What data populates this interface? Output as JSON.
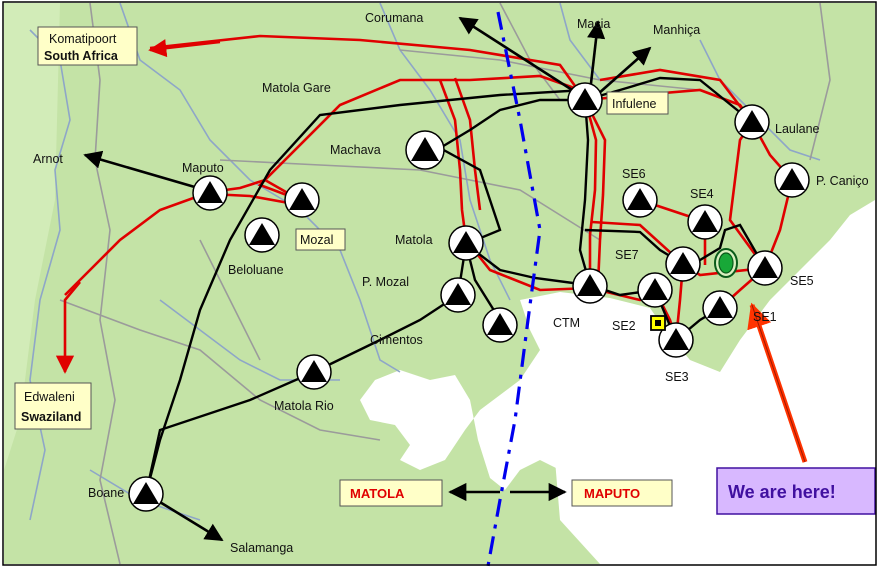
{
  "map": {
    "colors": {
      "land": "#c4e3a6",
      "water": "#ffffff",
      "rivers": "#8ea6c8",
      "roads": "#9b9b9b",
      "line_400kv": "#e00000",
      "line_other": "#000000",
      "border": "#0000ee",
      "label_box": "#ffffc8",
      "callout_box": "#d8b8ff",
      "arrow": "#ff3300"
    },
    "substations": [
      "Infulene",
      "Laulane",
      "P. Caniço",
      "SE6",
      "SE4",
      "SE7",
      "SE5",
      "SE1",
      "SE2",
      "SE3",
      "CTM",
      "Matola",
      "Cimentos",
      "Machava",
      "Maputo",
      "Beloluane",
      "Mozal",
      "Matola Rio",
      "Boane"
    ],
    "places": {
      "corumana": "Corumana",
      "macia": "Macia",
      "manhica": "Manhiça",
      "matola_gare": "Matola Gare",
      "arnot": "Arnot",
      "p_mozal": "P. Mozal",
      "salamanga": "Salamanga"
    },
    "boxes": {
      "komatipoort_line1": "Komatipoort",
      "komatipoort_line2": "South Africa",
      "edwaleni_line1": "Edwaleni",
      "edwaleni_line2": "Swaziland"
    },
    "cities": {
      "matola": "MATOLA",
      "maputo": "MAPUTO"
    },
    "callout": "We are here!"
  }
}
